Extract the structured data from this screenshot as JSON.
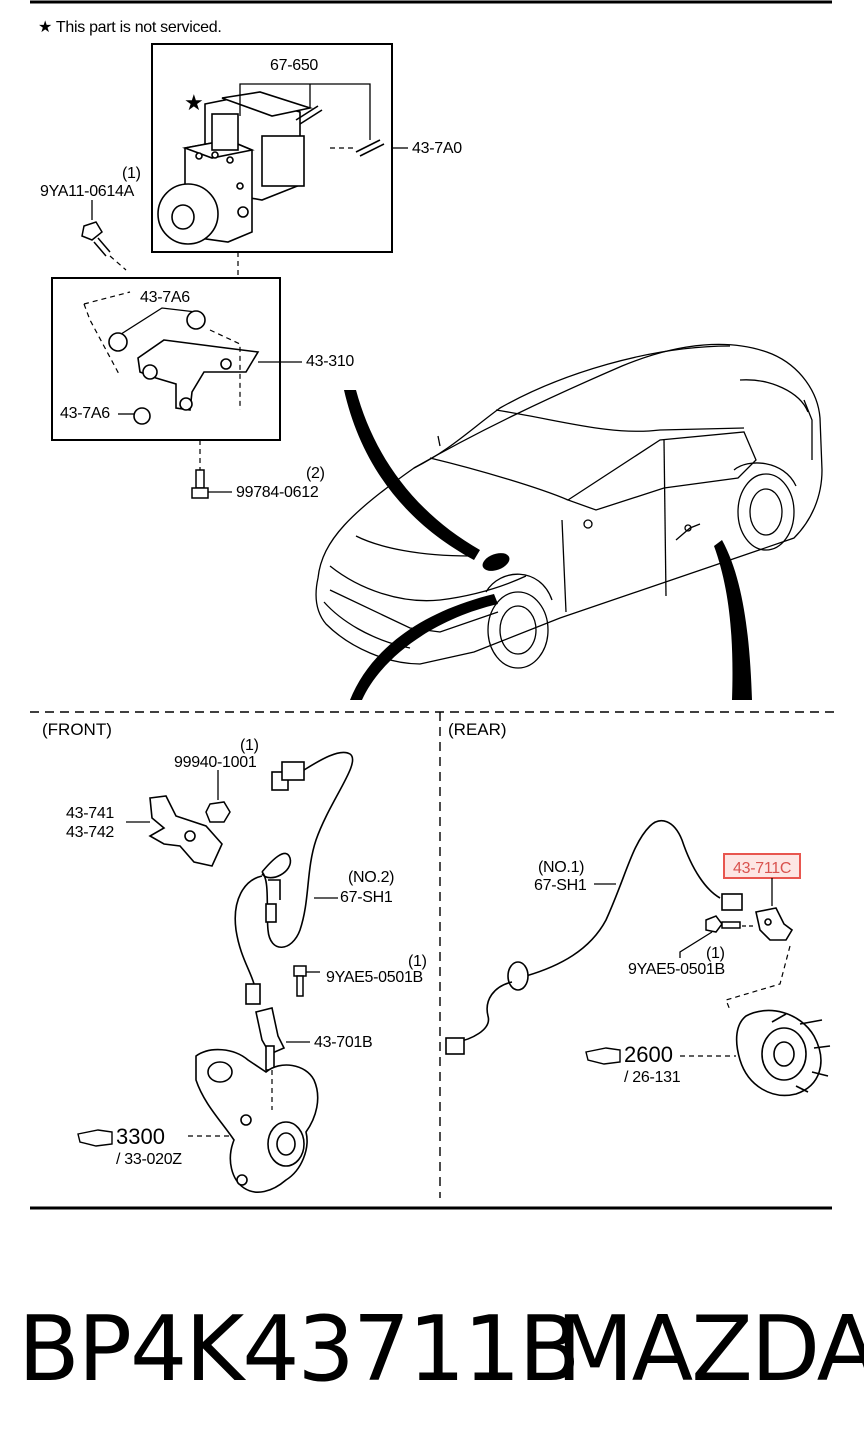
{
  "note": "★ This part is not serviced.",
  "star": "★",
  "abs_unit": {
    "part_code": "67-650",
    "hu_label": "43-7A0",
    "bolt_qty": "(1)",
    "bolt_label": "9YA11-0614A"
  },
  "bracket": {
    "mount_top": "43-7A6",
    "mount_left": "43-7A6",
    "bracket_label": "43-310",
    "bolt_qty": "(2)",
    "bolt_label": "99784-0612"
  },
  "front": {
    "title": "(FRONT)",
    "nut_qty": "(1)",
    "nut_label": "99940-1001",
    "bracket_a": "43-741",
    "bracket_b": "43-742",
    "harness_no": "(NO.2)",
    "harness_label": "67-SH1",
    "bolt_qty": "(1)",
    "bolt_label": "9YAE5-0501B",
    "sensor_label": "43-701B",
    "ref_num": "3300",
    "ref_sub": "/ 33-020Z"
  },
  "rear": {
    "title": "(REAR)",
    "harness_no": "(NO.1)",
    "harness_label": "67-SH1",
    "sensor_label": "43-711C",
    "bolt_qty": "(1)",
    "bolt_label": "9YAE5-0501B",
    "ref_num": "2600",
    "ref_sub": "/ 26-131"
  },
  "footer": {
    "part_number": "BP4K43711B",
    "brand": "MAZDA"
  },
  "colors": {
    "line": "#000000",
    "highlight_border": "#e8564f",
    "highlight_fill": "#fde6e4",
    "highlight_text": "#d9534f"
  }
}
